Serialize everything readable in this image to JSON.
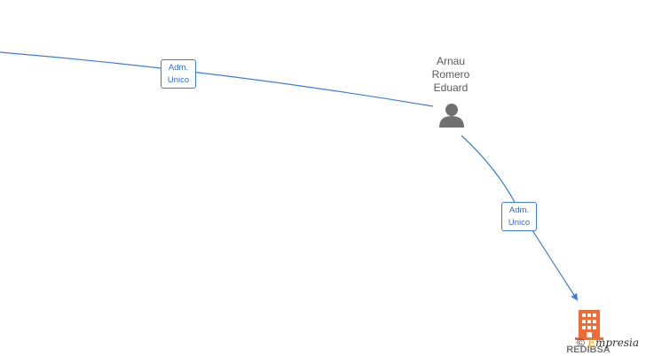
{
  "nodes": {
    "person": {
      "name_lines": [
        "Arnau",
        "Romero",
        "Eduard"
      ],
      "icon": "person-icon",
      "color": "#707070"
    },
    "company": {
      "name": "REDIBSA",
      "icon": "building-icon",
      "color": "#f06a35"
    }
  },
  "edges": [
    {
      "label_lines": [
        "Adm.",
        "Unico"
      ]
    },
    {
      "label_lines": [
        "Adm.",
        "Unico"
      ]
    }
  ],
  "edge_color": "#3d7fd4",
  "watermark": {
    "copyright": "©",
    "brand_initial": "E",
    "brand_rest": "mpresia"
  }
}
